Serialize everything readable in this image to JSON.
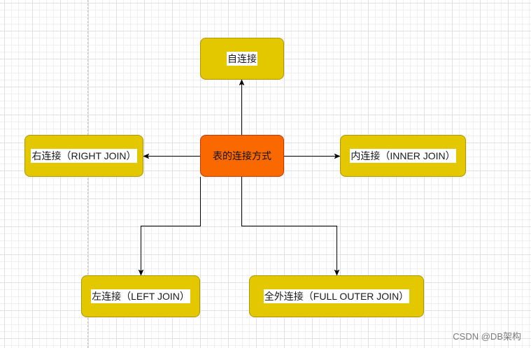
{
  "diagram": {
    "center": {
      "label": "表的连接方式"
    },
    "self_join": {
      "label": "自连接"
    },
    "right_join": {
      "label": "右连接（RIGHT JOIN）"
    },
    "inner_join": {
      "label": "内连接（INNER JOIN）"
    },
    "left_join": {
      "label": "左连接（LEFT JOIN）"
    },
    "full_outer_join": {
      "label": "全外连接（FULL OUTER JOIN）"
    }
  },
  "watermark": {
    "text": "CSDN @DB架构"
  },
  "colors": {
    "center_fill": "#fa6800",
    "center_stroke": "#c73500",
    "node_fill": "#e3c800",
    "node_stroke": "#b09500",
    "label_background": "#ffffff",
    "arrow": "#000000"
  }
}
